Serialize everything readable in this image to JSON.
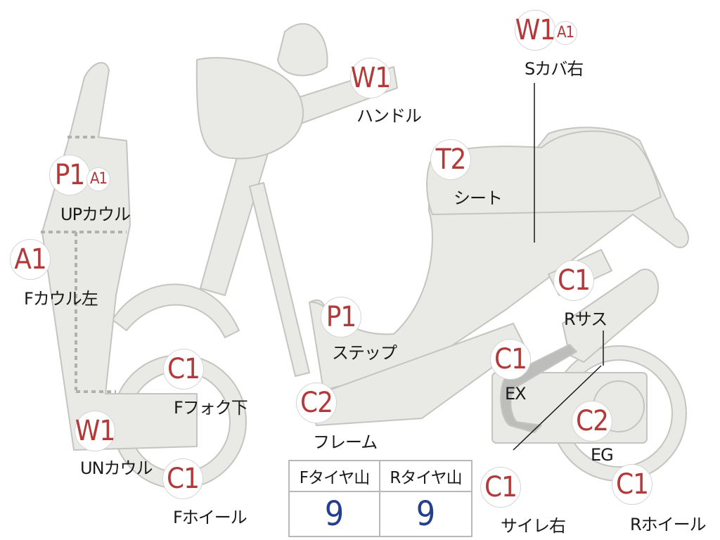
{
  "colors": {
    "body_fill": "#e9e9e6",
    "outline": "#c4c4c0",
    "code_red": "#b23a3a",
    "value_blue": "#243f8f"
  },
  "parts": [
    {
      "id": "w1-handle",
      "code": "W1",
      "label": "ハンドル"
    },
    {
      "id": "w1-s-cover-right",
      "code": "W1",
      "code2": "A1",
      "label": "Sカバ右"
    },
    {
      "id": "p1-up-cowl",
      "code": "P1",
      "code2": "A1",
      "label": "UPカウル"
    },
    {
      "id": "a1-f-cowl-left",
      "code": "A1",
      "label": "Fカウル左"
    },
    {
      "id": "t2-seat",
      "code": "T2",
      "label": "シート"
    },
    {
      "id": "p1-step",
      "code": "P1",
      "label": "ステップ"
    },
    {
      "id": "c1-r-sus",
      "code": "C1",
      "label": "Rサス"
    },
    {
      "id": "c1-f-fork-lower",
      "code": "C1",
      "label": "Fフォク下"
    },
    {
      "id": "c1-ex",
      "code": "C1",
      "label": "EX"
    },
    {
      "id": "c2-frame",
      "code": "C2",
      "label": "フレーム"
    },
    {
      "id": "c2-eg",
      "code": "C2",
      "label": "EG"
    },
    {
      "id": "w1-un-cowl",
      "code": "W1",
      "label": "UNカウル"
    },
    {
      "id": "c1-f-wheel",
      "code": "C1",
      "label": "Fホイール"
    },
    {
      "id": "c1-muffler-right",
      "code": "C1",
      "label": "サイレ右"
    },
    {
      "id": "c1-r-wheel",
      "code": "C1",
      "label": "Rホイール"
    }
  ],
  "tire_tread": {
    "front_label": "Fタイヤ山",
    "rear_label": "Rタイヤ山",
    "front_value": "9",
    "rear_value": "9"
  }
}
